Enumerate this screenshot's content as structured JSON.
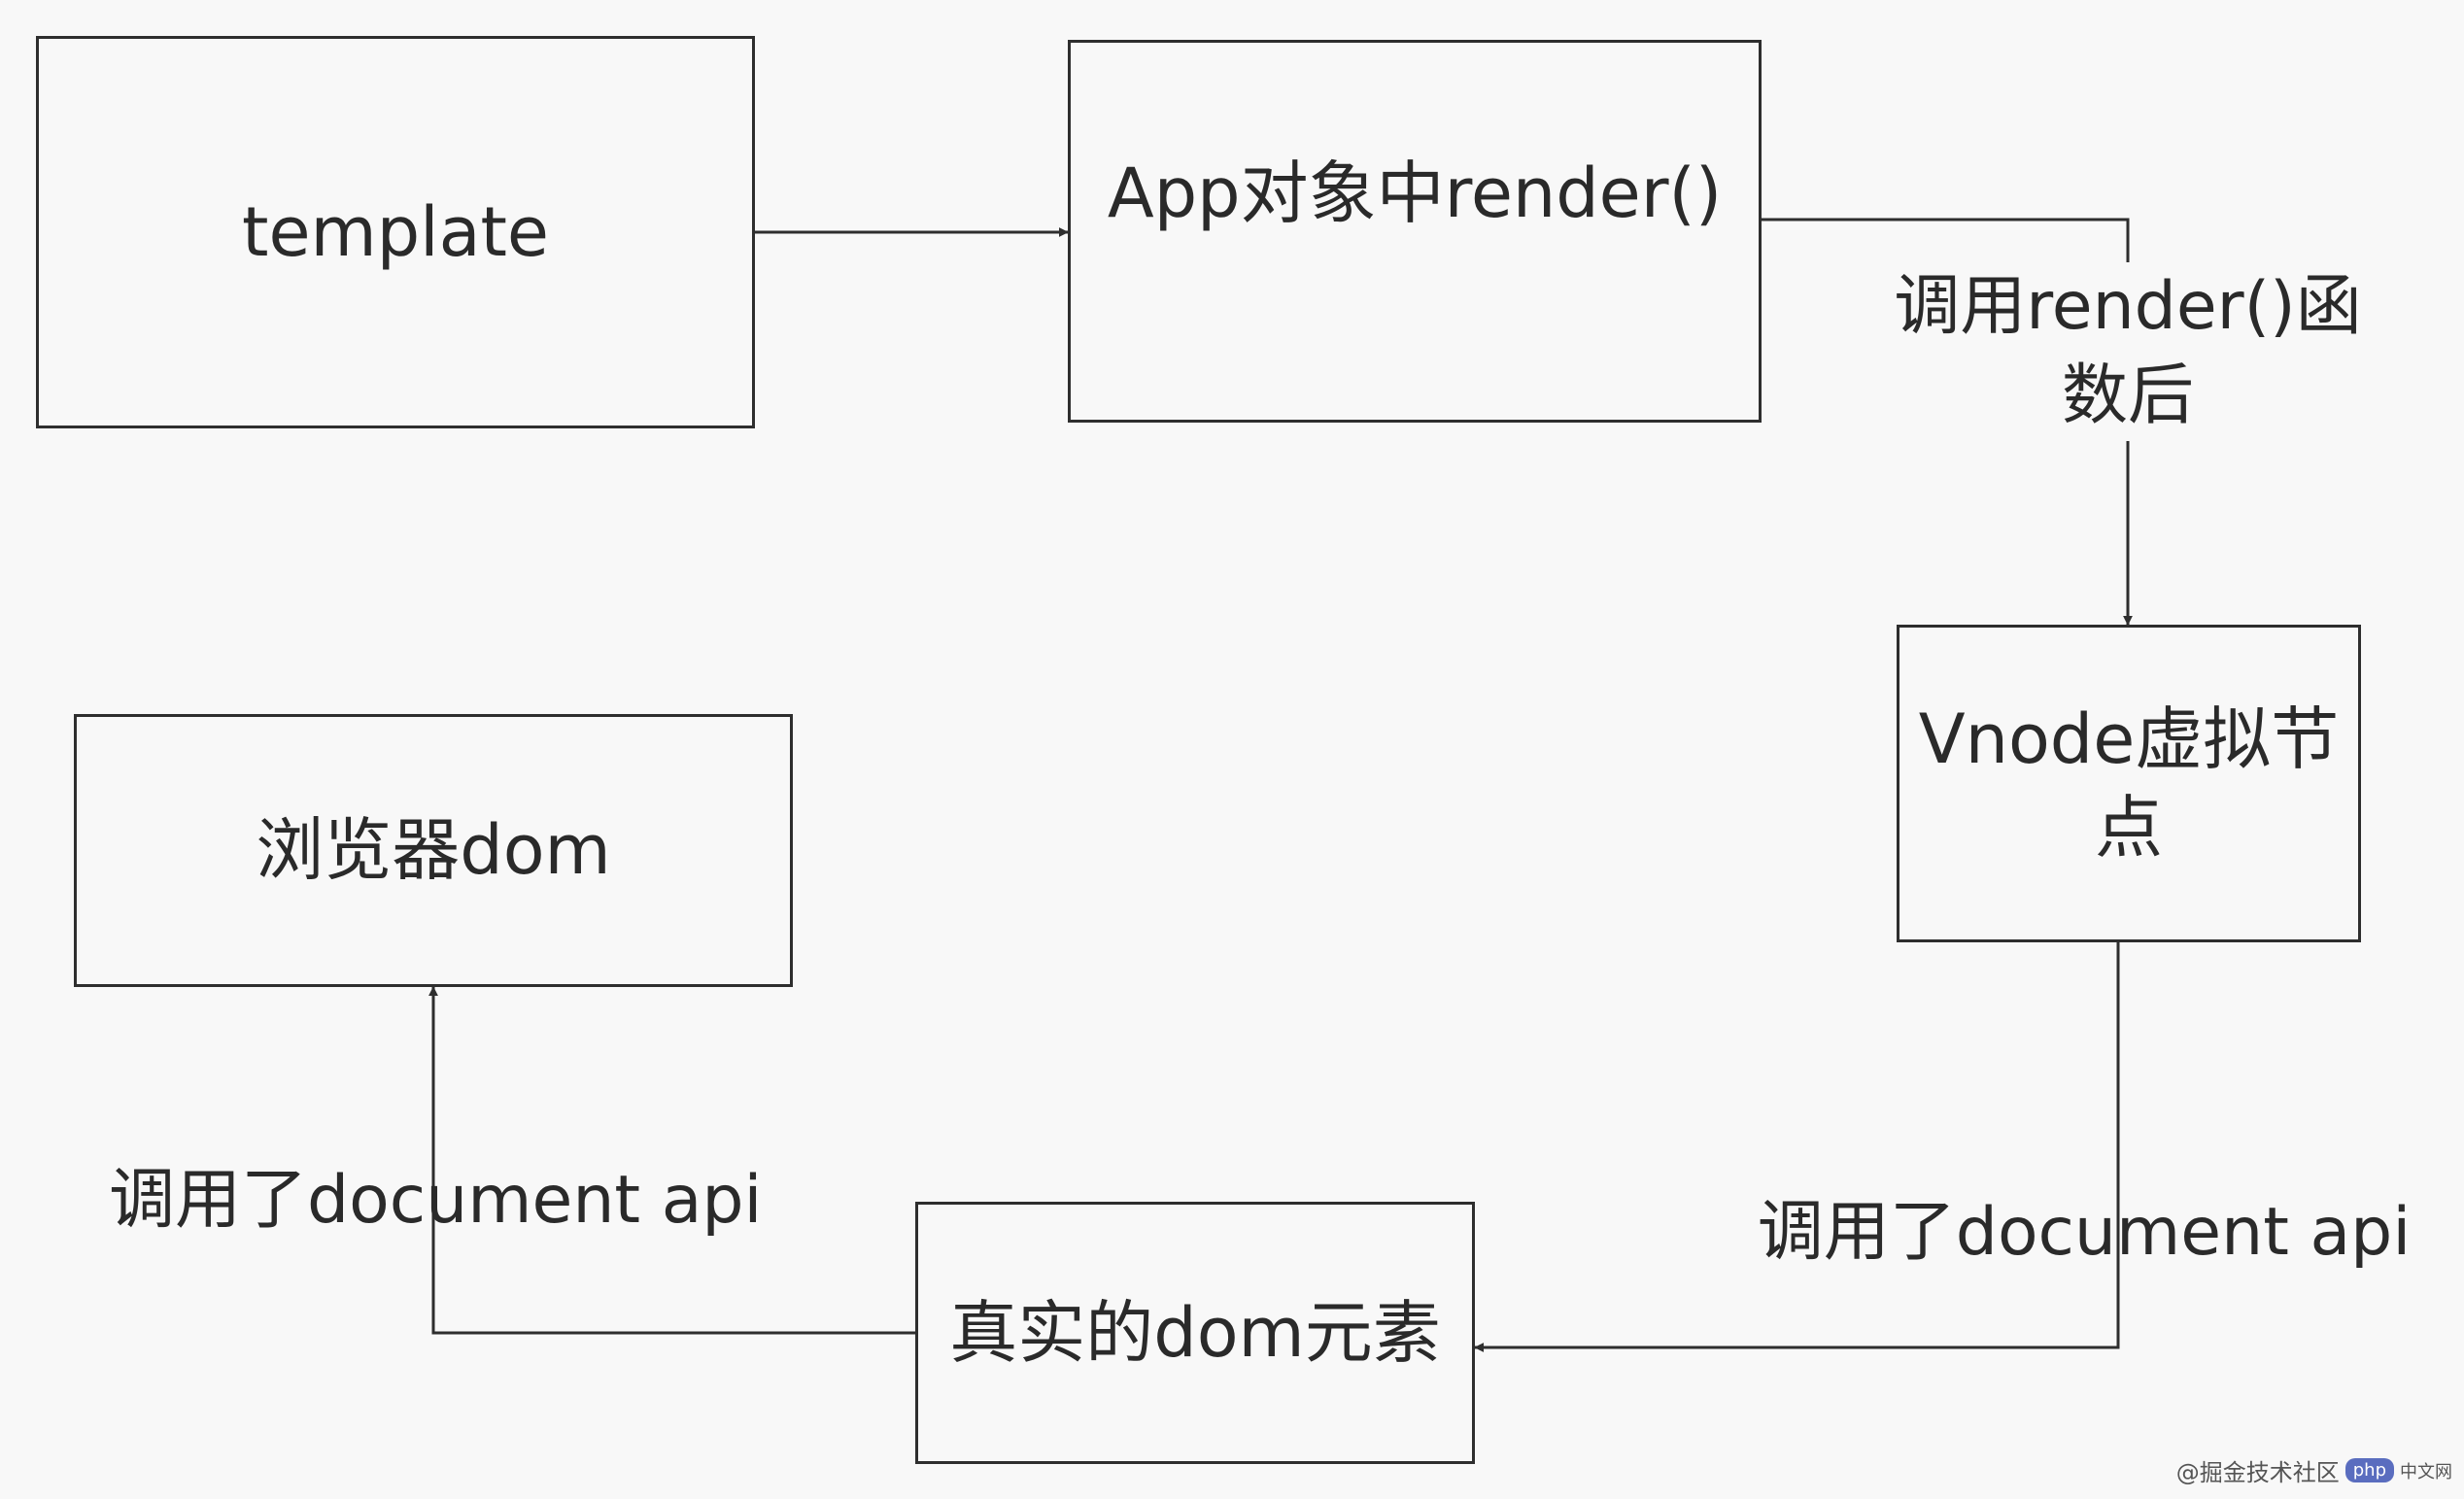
{
  "nodes": {
    "template": "template",
    "app_render": "App对象中render()",
    "vnode": "Vnode虚拟节点",
    "real_dom": "真实的dom元素",
    "browser_dom": "浏览器dom"
  },
  "edge_labels": {
    "after_render": "调用render()函数后",
    "vnode_to_dom": "调用了document api",
    "dom_to_browser": "调用了document api"
  },
  "watermark": {
    "text": "@掘金技术社区",
    "badge": "php",
    "badge_suffix": "中文网"
  }
}
